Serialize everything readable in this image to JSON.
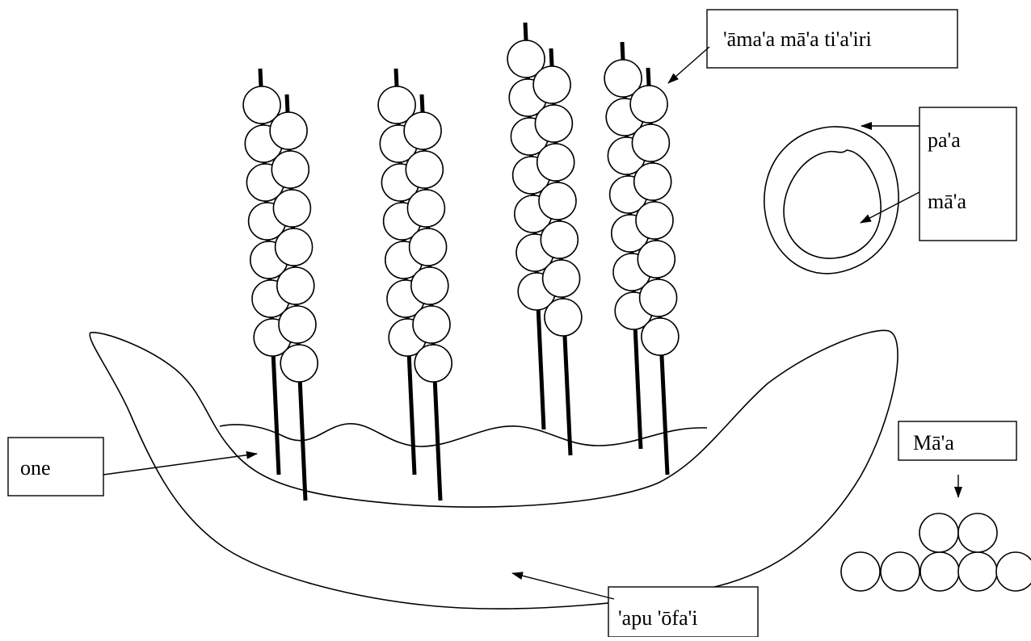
{
  "labels": {
    "stem_cluster": "'āma'a mā'a ti'a'iri",
    "shell": "pa'a",
    "kernel": "mā'a",
    "water": "one",
    "bowl": "'apu 'ōfa'i",
    "stacked_nuts": "Mā'a"
  }
}
